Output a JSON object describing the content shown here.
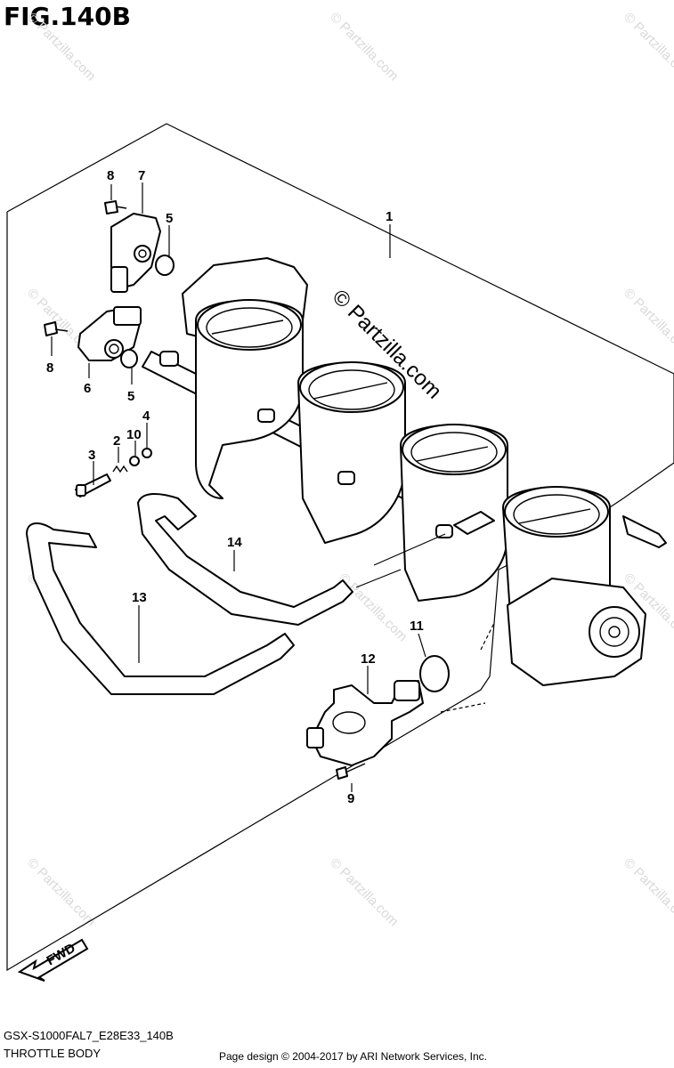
{
  "figure": {
    "title": "FIG.140B"
  },
  "callouts": [
    {
      "id": "c1",
      "label": "1"
    },
    {
      "id": "c2",
      "label": "2"
    },
    {
      "id": "c3",
      "label": "3"
    },
    {
      "id": "c4",
      "label": "4"
    },
    {
      "id": "c5a",
      "label": "5"
    },
    {
      "id": "c5b",
      "label": "5"
    },
    {
      "id": "c6",
      "label": "6"
    },
    {
      "id": "c7",
      "label": "7"
    },
    {
      "id": "c8a",
      "label": "8"
    },
    {
      "id": "c8b",
      "label": "8"
    },
    {
      "id": "c9",
      "label": "9"
    },
    {
      "id": "c10",
      "label": "10"
    },
    {
      "id": "c11",
      "label": "11"
    },
    {
      "id": "c12",
      "label": "12"
    },
    {
      "id": "c13",
      "label": "13"
    },
    {
      "id": "c14",
      "label": "14"
    }
  ],
  "watermark": {
    "text": "© Partzilla.com"
  },
  "direction_label": "FWD",
  "footer": {
    "model_code": "GSX-S1000FAL7_E28E33_140B",
    "section_name": "THROTTLE BODY",
    "credit": "Page design © 2004-2017 by ARI Network Services, Inc."
  }
}
